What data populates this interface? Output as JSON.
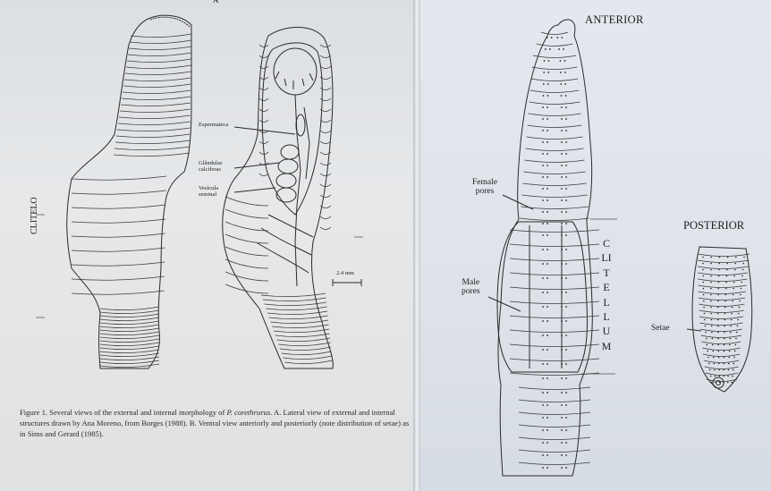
{
  "figure_letter_a": "A",
  "left_labels": {
    "clitelo": "CLITELO",
    "espermateca": "Espermateca",
    "glandulas": "Glândulas calcíferas",
    "vesicula": "Vesícula seminal",
    "scale": "2.4 mm"
  },
  "caption": {
    "part1": "Figure 1. Several views of the external and internal morphology of ",
    "species": "P. corethrurus",
    "part2": ". A. Lateral view of external and internal structures drawn by Ana Moreno, from Borges (1988). B. Ventral view anteriorly and posteriorly (note distribution of setae) as in Sims and Gerard (1985)."
  },
  "right_labels": {
    "anterior": "ANTERIOR",
    "posterior": "POSTERIOR",
    "female_pores": "Female\npores",
    "male_pores": "Male\npores",
    "clitellum": "CLITELLUM",
    "setae": "Setae"
  }
}
